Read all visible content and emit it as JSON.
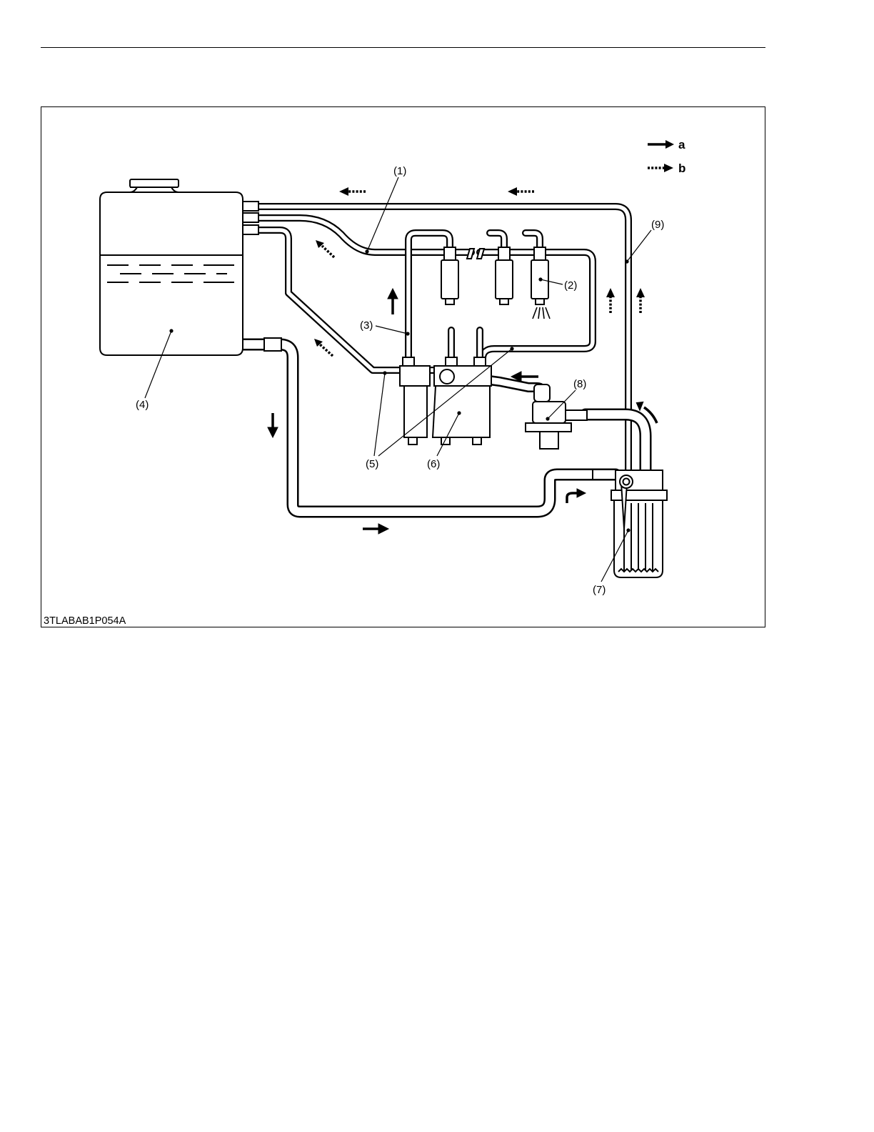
{
  "legend": {
    "a_key": "a",
    "b_key": "b"
  },
  "callouts": {
    "c1": "(1)",
    "c2": "(2)",
    "c3": "(3)",
    "c4": "(4)",
    "c5": "(5)",
    "c6": "(6)",
    "c7": "(7)",
    "c8": "(8)",
    "c9": "(9)"
  },
  "figure_code": "3TLABAB1P054A"
}
